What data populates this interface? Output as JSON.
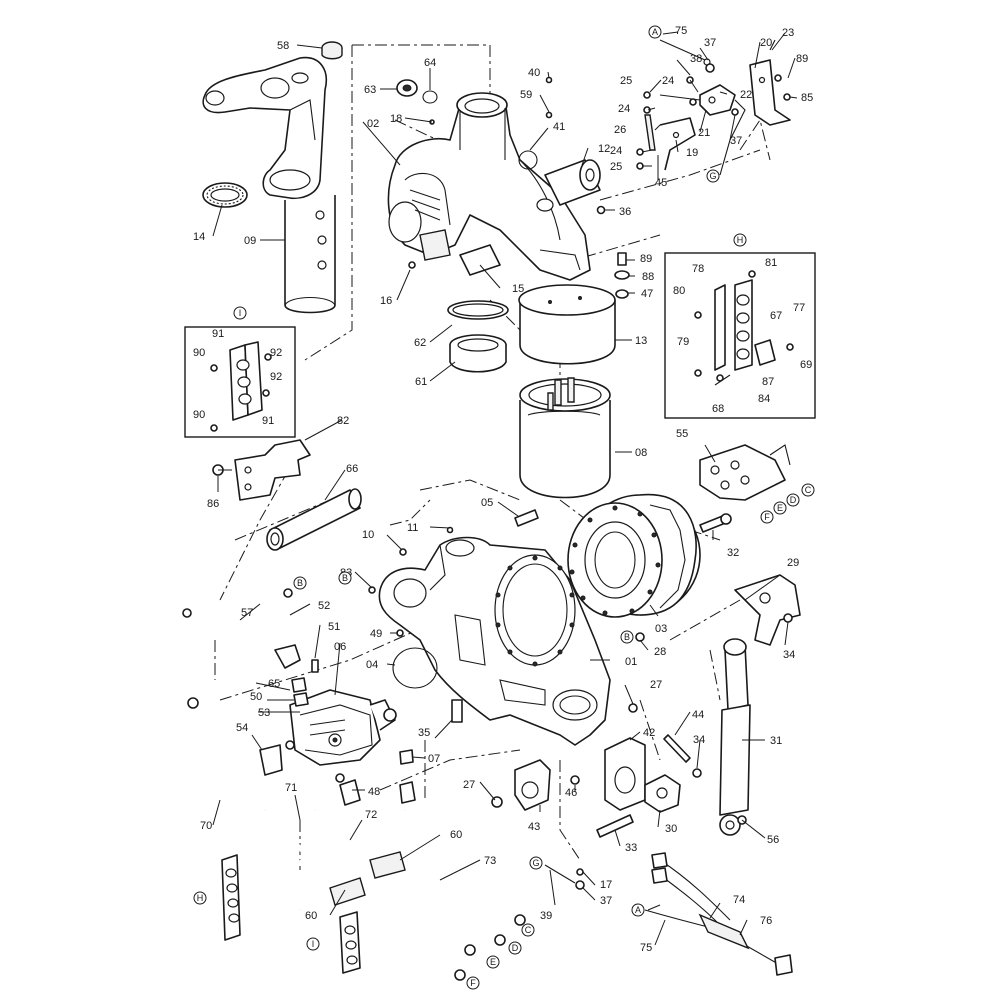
{
  "part_labels": [
    "01",
    "02",
    "03",
    "04",
    "05",
    "06",
    "07",
    "08",
    "09",
    "10",
    "11",
    "12",
    "13",
    "14",
    "15",
    "16",
    "17",
    "18",
    "19",
    "20",
    "21",
    "22",
    "23",
    "24",
    "24",
    "24",
    "25",
    "25",
    "26",
    "27",
    "27",
    "28",
    "29",
    "30",
    "31",
    "32",
    "33",
    "34",
    "34",
    "35",
    "36",
    "37",
    "37",
    "37",
    "38",
    "39",
    "40",
    "41",
    "42",
    "43",
    "44",
    "45",
    "46",
    "47",
    "48",
    "49",
    "50",
    "51",
    "52",
    "53",
    "54",
    "55",
    "56",
    "57",
    "58",
    "59",
    "60",
    "60",
    "61",
    "62",
    "63",
    "64",
    "65",
    "66",
    "67",
    "68",
    "69",
    "70",
    "71",
    "72",
    "73",
    "74",
    "75",
    "75",
    "76",
    "77",
    "78",
    "79",
    "80",
    "81",
    "82",
    "83",
    "84",
    "85",
    "86",
    "87",
    "88",
    "89",
    "89",
    "90",
    "90",
    "91",
    "91",
    "92",
    "92"
  ],
  "connection_markers": [
    "A",
    "A",
    "B",
    "B",
    "B",
    "C",
    "C",
    "D",
    "D",
    "E",
    "E",
    "F",
    "F",
    "G",
    "G",
    "H",
    "H",
    "I",
    "I"
  ],
  "detail_boxes": [
    "I",
    "H"
  ]
}
